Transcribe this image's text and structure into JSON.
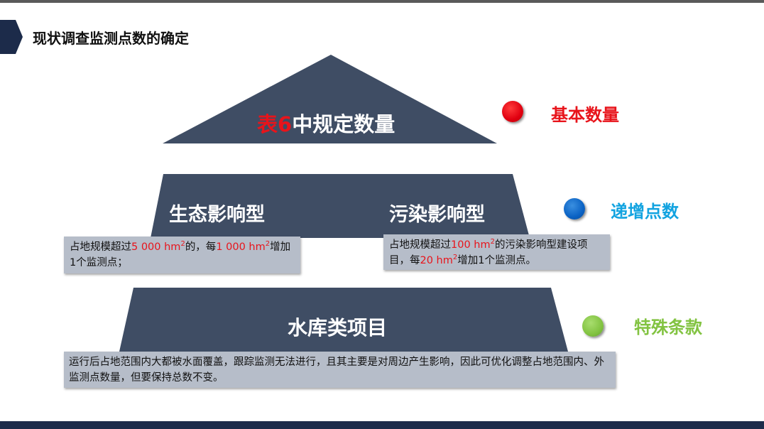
{
  "page": {
    "title": "现状调查监测点数的确定"
  },
  "pyramid": {
    "top": {
      "highlight": "表6",
      "rest": "中规定数量"
    },
    "middle": {
      "left_label": "生态影响型",
      "right_label": "污染影响型"
    },
    "bottom": {
      "label": "水库类项目"
    }
  },
  "notes": {
    "left": {
      "t1": "占地规模超过",
      "v1": "5 000 hm",
      "sup1": "2",
      "t2": "的，每",
      "v2": "1 000 hm",
      "sup2": "2",
      "t3": "增加1个监测点；"
    },
    "right": {
      "t1": "占地规模超过",
      "v1": "100 hm",
      "sup1": "2",
      "t2": "的污染影响型建设项目，每",
      "v2": "20 hm",
      "sup2": "2",
      "t3": "增加1个监测点。"
    },
    "bottom": {
      "text": "运行后占地范围内大都被水面覆盖，跟踪监测无法进行，且其主要是对周边产生影响，因此可优化调整占地范围内、外监测点数量，但要保持总数不变。"
    }
  },
  "legend": [
    {
      "label": "基本数量",
      "color": "#e8141b"
    },
    {
      "label": "递增点数",
      "color": "#12a3e0"
    },
    {
      "label": "特殊条款",
      "color": "#82c341"
    }
  ],
  "colors": {
    "shape_fill": "#3f4d64",
    "note_fill": "#b6bdc9",
    "highlight_red": "#e8141b",
    "header_dark": "#1c2b4a"
  }
}
